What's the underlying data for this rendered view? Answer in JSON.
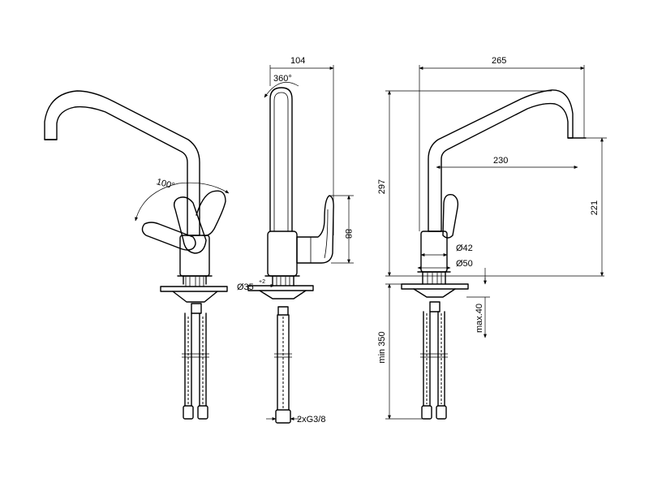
{
  "views": {
    "front_left": {
      "rotation_label": "100°"
    },
    "side": {
      "width_label": "104",
      "swivel_label": "360°",
      "handle_height_label": "88",
      "hole_label": "Ø35",
      "hole_tolerance": "+2",
      "thread_label": "2xG3/8"
    },
    "front_right": {
      "reach_label": "265",
      "spout_label": "230",
      "height_label": "297",
      "outlet_height_label": "221",
      "body_diameter_label": "Ø42",
      "base_diameter_label": "Ø50",
      "deck_label": "max.40",
      "hose_label": "min 350"
    }
  }
}
